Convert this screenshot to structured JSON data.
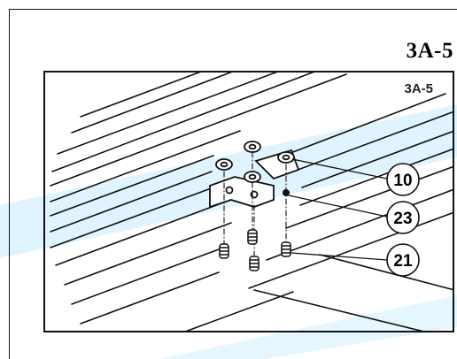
{
  "page": {
    "heading": "3A-5"
  },
  "diagram": {
    "corner_label": "3A-5",
    "callouts": [
      {
        "number": "10"
      },
      {
        "number": "23"
      },
      {
        "number": "21"
      }
    ]
  },
  "colors": {
    "watermark": "#4fc3f7",
    "line": "#111111"
  }
}
